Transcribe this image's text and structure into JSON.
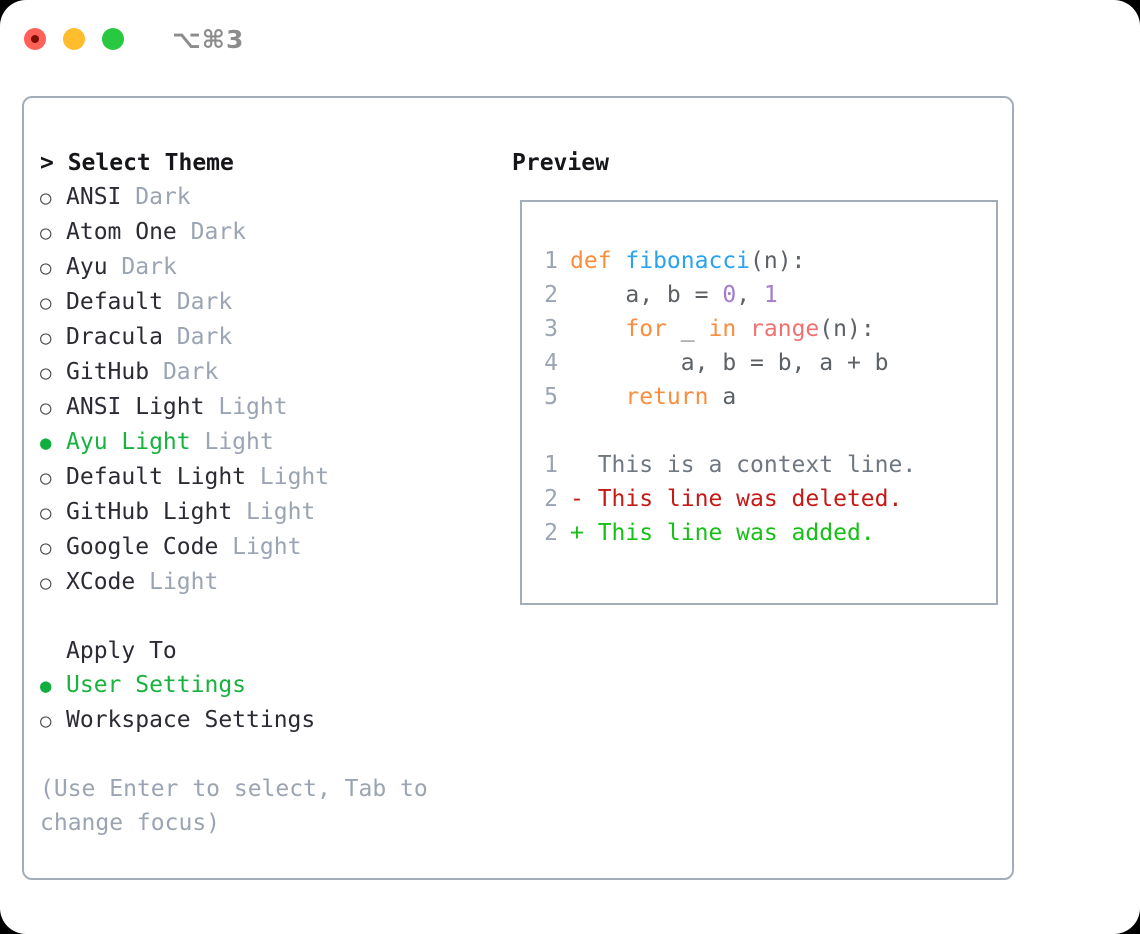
{
  "window": {
    "traffic_lights": [
      "close",
      "minimize",
      "maximize"
    ],
    "shortcut": "⌥⌘3",
    "colors": {
      "close": "#ff6159",
      "minimize": "#ffbd2e",
      "maximize": "#28c840",
      "panel_border": "#a3adba",
      "accent_green": "#17b33e",
      "muted": "#9aa4b2"
    }
  },
  "theme_list": {
    "header": "> Select Theme",
    "options": [
      {
        "marker": "○",
        "name": "ANSI",
        "kind": "Dark",
        "selected": false
      },
      {
        "marker": "○",
        "name": "Atom One",
        "kind": "Dark",
        "selected": false
      },
      {
        "marker": "○",
        "name": "Ayu",
        "kind": "Dark",
        "selected": false
      },
      {
        "marker": "○",
        "name": "Default",
        "kind": "Dark",
        "selected": false
      },
      {
        "marker": "○",
        "name": "Dracula",
        "kind": "Dark",
        "selected": false
      },
      {
        "marker": "○",
        "name": "GitHub",
        "kind": "Dark",
        "selected": false
      },
      {
        "marker": "○",
        "name": "ANSI Light",
        "kind": "Light",
        "selected": false
      },
      {
        "marker": "●",
        "name": "Ayu Light",
        "kind": "Light",
        "selected": true
      },
      {
        "marker": "○",
        "name": "Default Light",
        "kind": "Light",
        "selected": false
      },
      {
        "marker": "○",
        "name": "GitHub Light",
        "kind": "Light",
        "selected": false
      },
      {
        "marker": "○",
        "name": "Google Code",
        "kind": "Light",
        "selected": false
      },
      {
        "marker": "○",
        "name": "XCode",
        "kind": "Light",
        "selected": false
      }
    ]
  },
  "apply_to": {
    "header": "Apply To",
    "options": [
      {
        "marker": "●",
        "name": "User Settings",
        "selected": true
      },
      {
        "marker": "○",
        "name": "Workspace Settings",
        "selected": false
      }
    ]
  },
  "hint": "(Use Enter to select, Tab to change focus)",
  "preview": {
    "header": "Preview",
    "code": [
      {
        "lineno": "1",
        "tokens": [
          {
            "t": "def ",
            "c": "kw"
          },
          {
            "t": "fibonacci",
            "c": "fn"
          },
          {
            "t": "(n):",
            "c": "plain"
          }
        ]
      },
      {
        "lineno": "2",
        "tokens": [
          {
            "t": "    a, b = ",
            "c": "plain"
          },
          {
            "t": "0",
            "c": "num"
          },
          {
            "t": ", ",
            "c": "plain"
          },
          {
            "t": "1",
            "c": "num"
          }
        ]
      },
      {
        "lineno": "3",
        "tokens": [
          {
            "t": "    ",
            "c": "plain"
          },
          {
            "t": "for",
            "c": "kw"
          },
          {
            "t": " _ ",
            "c": "plain"
          },
          {
            "t": "in",
            "c": "kw"
          },
          {
            "t": " ",
            "c": "plain"
          },
          {
            "t": "range",
            "c": "call"
          },
          {
            "t": "(n):",
            "c": "plain"
          }
        ]
      },
      {
        "lineno": "4",
        "tokens": [
          {
            "t": "        a, b = b, a + b",
            "c": "plain"
          }
        ]
      },
      {
        "lineno": "5",
        "tokens": [
          {
            "t": "    ",
            "c": "plain"
          },
          {
            "t": "return",
            "c": "kw"
          },
          {
            "t": " a",
            "c": "plain"
          }
        ]
      }
    ],
    "diff": [
      {
        "lineno": "1",
        "text": "  This is a context line.",
        "kind": "ctx"
      },
      {
        "lineno": "2",
        "text": "- This line was deleted.",
        "kind": "del"
      },
      {
        "lineno": "2",
        "text": "+ This line was added.",
        "kind": "add"
      }
    ]
  }
}
